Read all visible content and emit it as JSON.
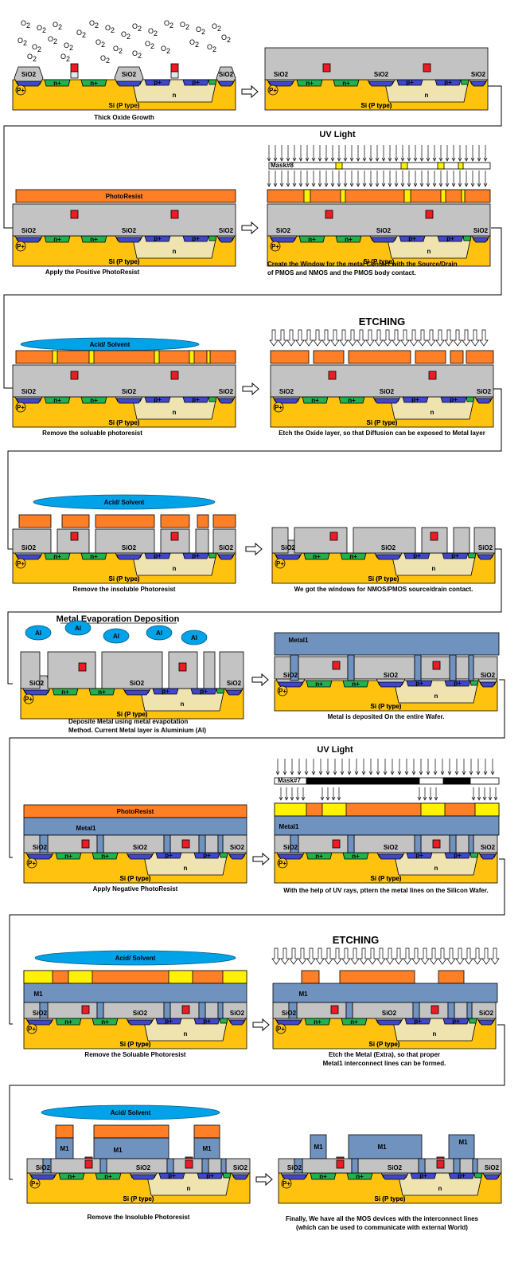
{
  "labels": {
    "sio2": "SiO2",
    "n_plus": "n+",
    "p_plus": "p+",
    "n_well": "n",
    "substrate": "Si (P type)",
    "bulk_p_plus": "P+",
    "photoresist": "PhotoResist",
    "acid_solvent": "Acid/ Solvent",
    "uv_light": "UV Light",
    "etching": "ETCHING",
    "metal1": "Metal1",
    "m1": "M1",
    "al": "Al",
    "o2": "O",
    "o2_sub": "2",
    "mask8": "Mask#8",
    "mask7": "Mask#7",
    "metal_evaporation_title": "Metal Evaporation Deposition"
  },
  "captions": {
    "s1": [
      "Thick Oxide Growth"
    ],
    "s3": [
      "Apply the Positive PhotoResist"
    ],
    "s4": [
      "Create the Window for the metal Contact with the Source/Drain",
      "of PMOS and NMOS and the PMOS body contact."
    ],
    "s5": [
      "Remove the soluable photoresist"
    ],
    "s6": [
      "Etch the Oxide layer, so that Diffusion can be exposed to Metal layer"
    ],
    "s7": [
      "Remove the insoluble Photoresist"
    ],
    "s8": [
      "We got the windows for NMOS/PMOS source/drain contact."
    ],
    "s9": [
      "Deposite Metal using metal evapotation",
      "Method. Current Metal layer is Aluminium (Al)"
    ],
    "s10": [
      "Metal is deposited On the entire Wafer."
    ],
    "s11": [
      "Apply Negative PhotoResist"
    ],
    "s12": [
      "With the help of UV rays, pttern the metal lines on the Silicon Wafer."
    ],
    "s13": [
      "Remove the Soluable Photoresist"
    ],
    "s14": [
      "Etch the Metal (Extra), so that proper",
      "Metal1 interconnect lines can be formed."
    ],
    "s15": [
      "Remove the Insoluble Photoresist"
    ],
    "s16": [
      "Finally, We have all the MOS devices with the interconnect lines",
      "(which can be used to communicate with external World)"
    ]
  },
  "colors": {
    "substrate": "#FFC20E",
    "oxide": "#C3C3C3",
    "n_diffusion": "#22B14C",
    "p_diffusion": "#3F48CC",
    "n_well": "#EFE4B0",
    "gate": "#ED1C24",
    "photoresist": "#FF7F27",
    "soluble_resist": "#FFF200",
    "metal": "#7092BE",
    "acid": "#00A2E8",
    "mask_dark": "#000000"
  }
}
